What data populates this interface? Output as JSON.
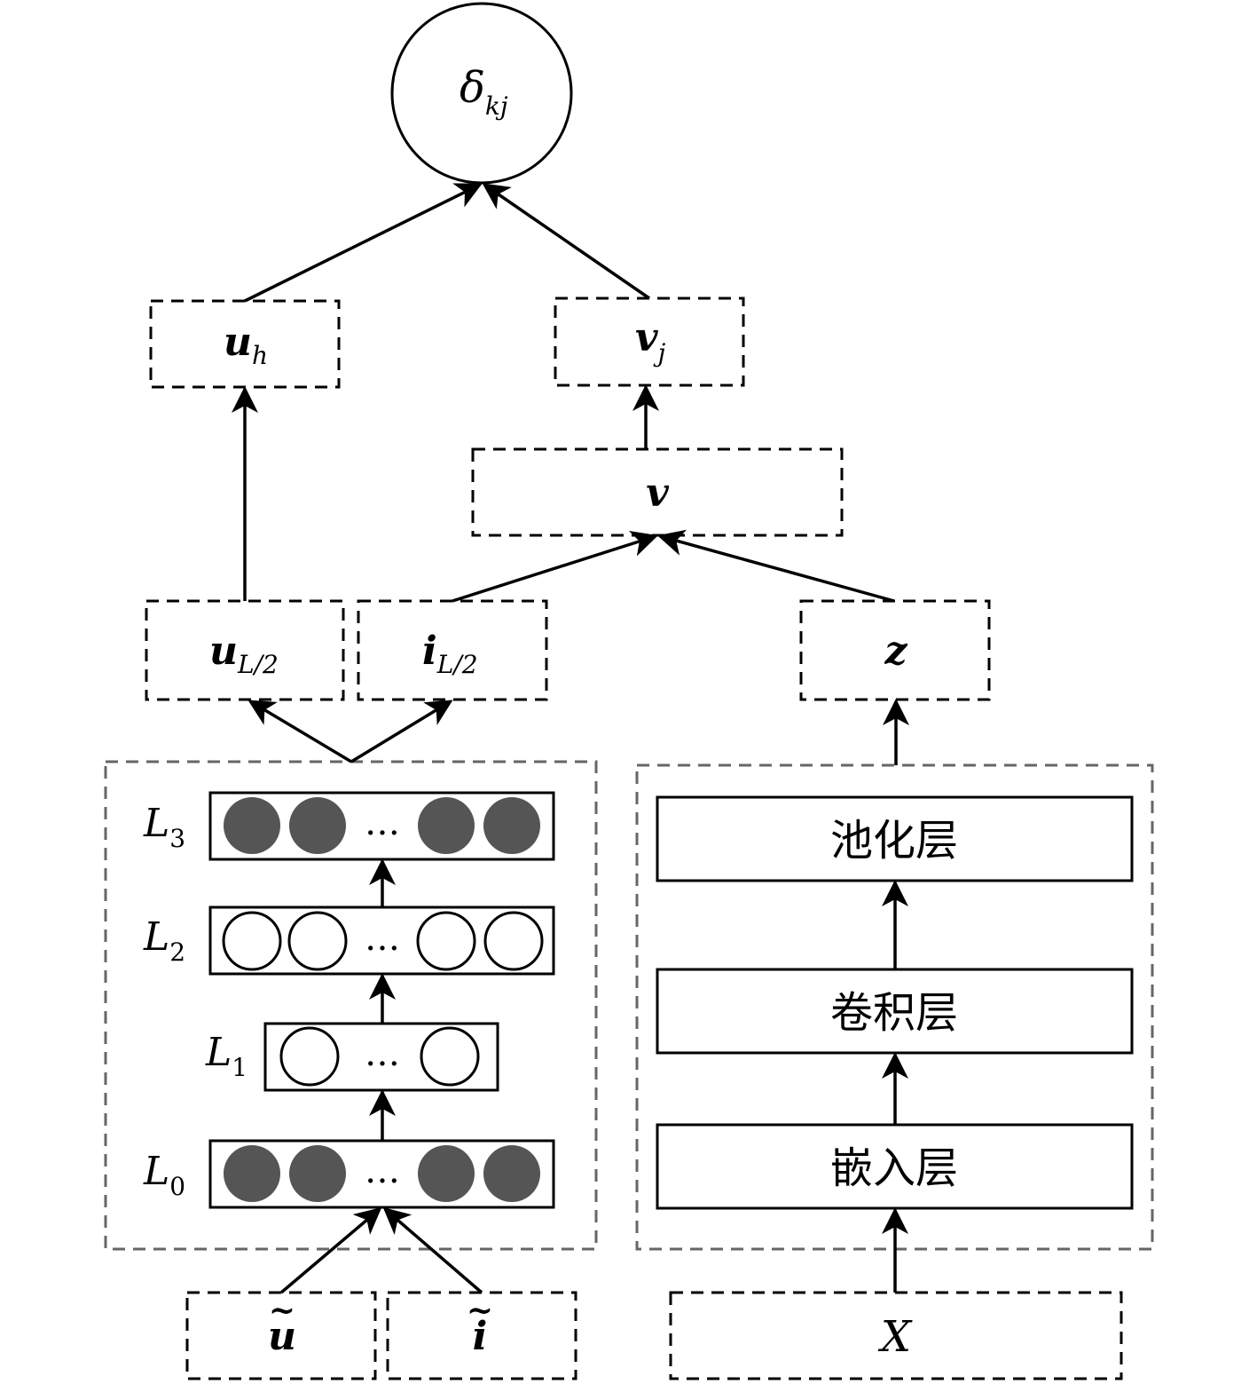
{
  "output": {
    "base": "δ",
    "sub": "kj"
  },
  "user_vec": {
    "base": "u",
    "sub": "h"
  },
  "item_vec": {
    "base": "v",
    "sub": "j"
  },
  "fused_vec": {
    "base": "v"
  },
  "u_half": {
    "base": "u",
    "sub": "L/2"
  },
  "i_half": {
    "base": "i",
    "sub": "L/2"
  },
  "text_vec": {
    "base": "z"
  },
  "input_u": {
    "base": "u",
    "accent": "~"
  },
  "input_i": {
    "base": "i",
    "accent": "~"
  },
  "input_x": {
    "base": "X"
  },
  "mlp_layers": [
    {
      "base": "L",
      "sub": "3"
    },
    {
      "base": "L",
      "sub": "2"
    },
    {
      "base": "L",
      "sub": "1"
    },
    {
      "base": "L",
      "sub": "0"
    }
  ],
  "ellipsis": "…",
  "cnn_layers": {
    "pooling": "池化层",
    "conv": "卷积层",
    "embedding": "嵌入层"
  }
}
